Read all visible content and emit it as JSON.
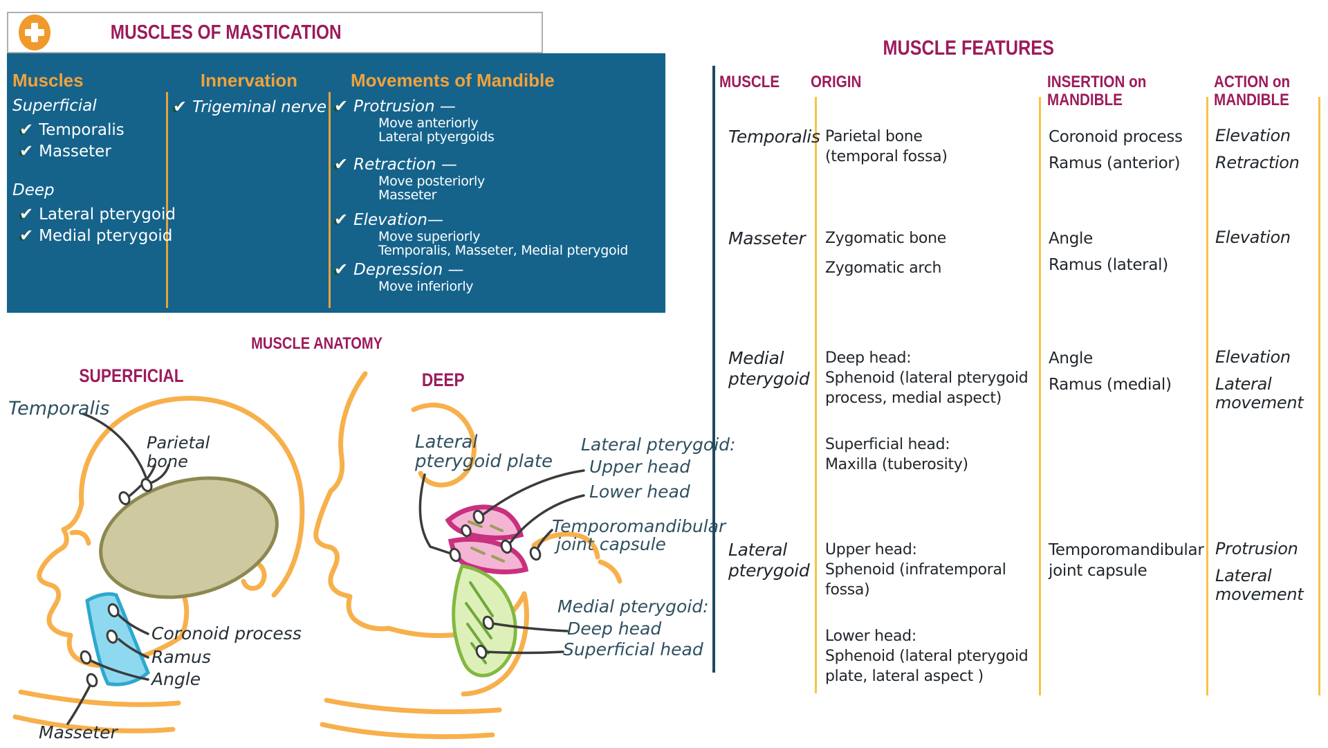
{
  "colors": {
    "panel_teal": "#15638B",
    "accent_orange": "#F2A23B",
    "title_magenta": "#9C1B5B",
    "check_green": "#1F4D2E",
    "slate_label": "#2F505F",
    "divider_yellow": "#F5C445",
    "divider_dark": "#1C4A5E",
    "skull_orange": "#F7B04B",
    "temporalis_olive": "#CFC9A2",
    "masseter_blue": "#8FD9F0",
    "lateral_pterygoid_pink": "#C9307F",
    "medial_pterygoid_green": "#82B93F"
  },
  "header": {
    "title": "MUSCLES OF MASTICATION",
    "icon": "plus-icon"
  },
  "mastication": {
    "muscles_header": "Muscles",
    "innervation_header": "Innervation",
    "movements_header": "Movements of Mandible",
    "muscle_groups": [
      {
        "label": "Superficial",
        "items": [
          "Temporalis",
          "Masseter"
        ]
      },
      {
        "label": "Deep",
        "items": [
          "Lateral pterygoid",
          "Medial pterygoid"
        ]
      }
    ],
    "innervation_items": [
      "Trigeminal nerve"
    ],
    "movements": [
      {
        "label": "Protrusion —",
        "details": [
          "Move anteriorly",
          "Lateral ptyergoids"
        ]
      },
      {
        "label": "Retraction —",
        "details": [
          "Move posteriorly",
          "Masseter"
        ]
      },
      {
        "label": "Elevation—",
        "details": [
          "Move superiorly",
          "Temporalis, Masseter, Medial pterygoid"
        ]
      },
      {
        "label": "Depression —",
        "details": [
          "Move inferiorly"
        ]
      }
    ]
  },
  "anatomy": {
    "title": "MUSCLE ANATOMY",
    "superficial_heading": "SUPERFICIAL",
    "deep_heading": "DEEP",
    "superficial_labels": {
      "temporalis": "Temporalis",
      "parietal_line1": "Parietal",
      "parietal_line2": "bone",
      "coronoid": "Coronoid process",
      "ramus": "Ramus",
      "angle": "Angle",
      "masseter": "Masseter"
    },
    "deep_labels": {
      "plate_line1": "Lateral",
      "plate_line2": "pterygoid plate",
      "lateral_group": "Lateral pterygoid:",
      "upper_head": "Upper head",
      "lower_head": "Lower head",
      "tmj_line1": "Temporomandibular",
      "tmj_line2": "joint capsule",
      "medial_group": "Medial pterygoid:",
      "deep_head": "Deep head",
      "superficial_head": "Superficial head"
    }
  },
  "features": {
    "title": "MUSCLE FEATURES",
    "columns": [
      [
        "MUSCLE"
      ],
      [
        "ORIGIN"
      ],
      [
        "INSERTION on",
        "MANDIBLE"
      ],
      [
        "ACTION on",
        "MANDIBLE"
      ]
    ],
    "rows": [
      {
        "muscle": [
          "Temporalis"
        ],
        "origin": [
          {
            "gap": false,
            "lines": [
              {
                "t": "Parietal bone"
              },
              {
                "t": "(temporal fossa)"
              }
            ]
          }
        ],
        "insertion": [
          [
            "Coronoid process"
          ],
          [
            "Ramus (anterior)"
          ]
        ],
        "action": [
          [
            "Elevation"
          ],
          [
            "Retraction"
          ]
        ]
      },
      {
        "muscle": [
          "Masseter"
        ],
        "origin": [
          {
            "gap": false,
            "lines": [
              {
                "t": "Zygomatic bone"
              }
            ]
          },
          {
            "gap": false,
            "lines": [
              {
                "t": "Zygomatic arch"
              }
            ]
          }
        ],
        "insertion": [
          [
            "Angle"
          ],
          [
            "Ramus (lateral)"
          ]
        ],
        "action": [
          [
            "Elevation"
          ]
        ]
      },
      {
        "muscle": [
          "Medial",
          "pterygoid"
        ],
        "origin": [
          {
            "gap": false,
            "lines": [
              {
                "t": "Deep head:",
                "em": true
              },
              {
                "t": "Sphenoid (lateral pterygoid"
              },
              {
                "t": "process, medial aspect)"
              }
            ]
          },
          {
            "gap": true,
            "lines": [
              {
                "t": "Superficial head:",
                "em": true
              },
              {
                "t": "Maxilla (tuberosity)"
              }
            ]
          }
        ],
        "insertion": [
          [
            "Angle"
          ],
          [
            "Ramus (medial)"
          ]
        ],
        "action": [
          [
            "Elevation"
          ],
          [
            "Lateral",
            "movement"
          ]
        ]
      },
      {
        "muscle": [
          "Lateral",
          "pterygoid"
        ],
        "origin": [
          {
            "gap": false,
            "lines": [
              {
                "t": "Upper head:",
                "em": true
              },
              {
                "t": "Sphenoid (infratemporal"
              },
              {
                "t": "fossa)"
              }
            ]
          },
          {
            "gap": true,
            "lines": [
              {
                "t": "Lower head:",
                "em": true
              },
              {
                "t": "Sphenoid (lateral pterygoid"
              },
              {
                "t": "plate, lateral aspect )"
              }
            ]
          }
        ],
        "insertion": [
          [
            "Temporomandibular",
            "joint capsule"
          ]
        ],
        "action": [
          [
            "Protrusion"
          ],
          [
            "Lateral",
            "movement"
          ]
        ]
      }
    ]
  }
}
